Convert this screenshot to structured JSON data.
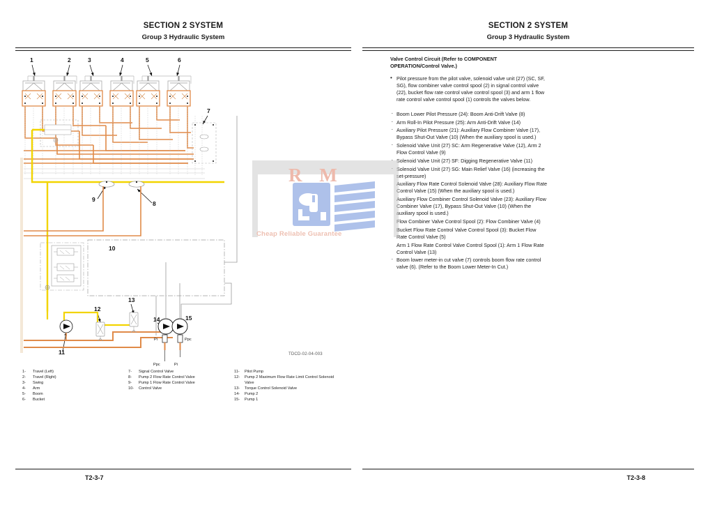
{
  "document": {
    "left_page": {
      "header": {
        "section": "SECTION 2 SYSTEM",
        "group": "Group 3 Hydraulic System"
      },
      "footer": "T2-3-7",
      "figure_caption": "TDCD-02-04-003",
      "callouts": [
        "1",
        "2",
        "3",
        "4",
        "5",
        "6",
        "7",
        "8",
        "9",
        "10",
        "11",
        "12",
        "13",
        "14",
        "15"
      ],
      "port_labels": [
        "Pi",
        "Ppc",
        "Ppc",
        "Pi"
      ],
      "key": [
        {
          "num": "1-",
          "label": "Travel (Left)"
        },
        {
          "num": "2-",
          "label": "Travel (Right)"
        },
        {
          "num": "3-",
          "label": "Swing"
        },
        {
          "num": "4-",
          "label": "Arm"
        },
        {
          "num": "5-",
          "label": "Boom"
        },
        {
          "num": "6-",
          "label": "Bucket"
        },
        {
          "num": "7-",
          "label": "Signal Control Valve"
        },
        {
          "num": "8-",
          "label": "Pump 2 Flow Rate Control Valve"
        },
        {
          "num": "9-",
          "label": "Pump 1 Flow Rate Control Valve"
        },
        {
          "num": "10-",
          "label": "Control Valve"
        },
        {
          "num": "11-",
          "label": "Pilot Pump"
        },
        {
          "num": "12-",
          "label": "Pump 2 Maximum Flow Rate Limit Control Solenoid Valve"
        },
        {
          "num": "13-",
          "label": "Torque Control Solenoid Valve"
        },
        {
          "num": "14-",
          "label": "Pump 2"
        },
        {
          "num": "15-",
          "label": "Pump 1"
        }
      ]
    },
    "right_page": {
      "header": {
        "section": "SECTION 2 SYSTEM",
        "group": "Group 3 Hydraulic System"
      },
      "footer": "T2-3-8",
      "title": "Valve Control Circuit (Refer to COMPONENT OPERATION/Control Valve.)",
      "intro": "Pilot pressure from the pilot valve, solenoid valve unit (27) (SC, SF, SG), flow combiner valve control spool (2) in signal control valve (22), bucket flow rate control valve control spool (3) and arm 1 flow rate control valve control spool (1) controls the valves below.",
      "bullets": [
        "Boom Lower Pilot Pressure (24): Boom Anti-Drift Valve (8)",
        "Arm Roll-In Pilot Pressure (25): Arm Anti-Drift Valve (14)",
        "Auxiliary Pilot Pressure (21): Auxiliary Flow Combiner Valve (17), Bypass Shut-Out Valve (10) (When the auxiliary spool is used.)",
        "Solenoid Valve Unit (27) SC: Arm Regenerative Valve (12), Arm 2 Flow Control Valve (9)",
        "Solenoid Valve Unit (27) SF: Digging Regenerative Valve (11)",
        "Solenoid Valve Unit (27) SG: Main Relief Valve (16) (increasing the set-pressure)",
        "Auxiliary Flow Rate Control Solenoid Valve (28): Auxiliary Flow Rate Control Valve (15) (When the auxiliary spool is used.)",
        "Auxiliary Flow Combiner Control Solenoid Valve (23): Auxiliary Flow Combiner Valve (17), Bypass Shut-Out Valve (10) (When the auxiliary spool is used.)",
        "Flow Combiner Valve Control Spool (2): Flow Combiner Valve (4)",
        "Bucket Flow Rate Control Valve Control Spool (3): Bucket Flow Rate Control Valve (5)",
        "Arm 1 Flow Rate Control Valve Control Spool (1): Arm 1 Flow Rate Control Valve (13)",
        "Boom lower meter-in cut valve (7) controls boom flow rate control valve (6). (Refer to the Boom Lower Meter-In Cut.)"
      ]
    },
    "watermark": {
      "initials": "R M",
      "tagline": "Cheap Reliable Guarantee",
      "icon": "manual-book-icon"
    },
    "colors": {
      "pilot_yellow": "#f2d600",
      "pressure_orange": "#e8914e",
      "line_gray": "#9a9a9a",
      "text_black": "#1a1a1a",
      "watermark_pink": "#eeb9ab",
      "watermark_blue": "#aec1ea"
    }
  }
}
